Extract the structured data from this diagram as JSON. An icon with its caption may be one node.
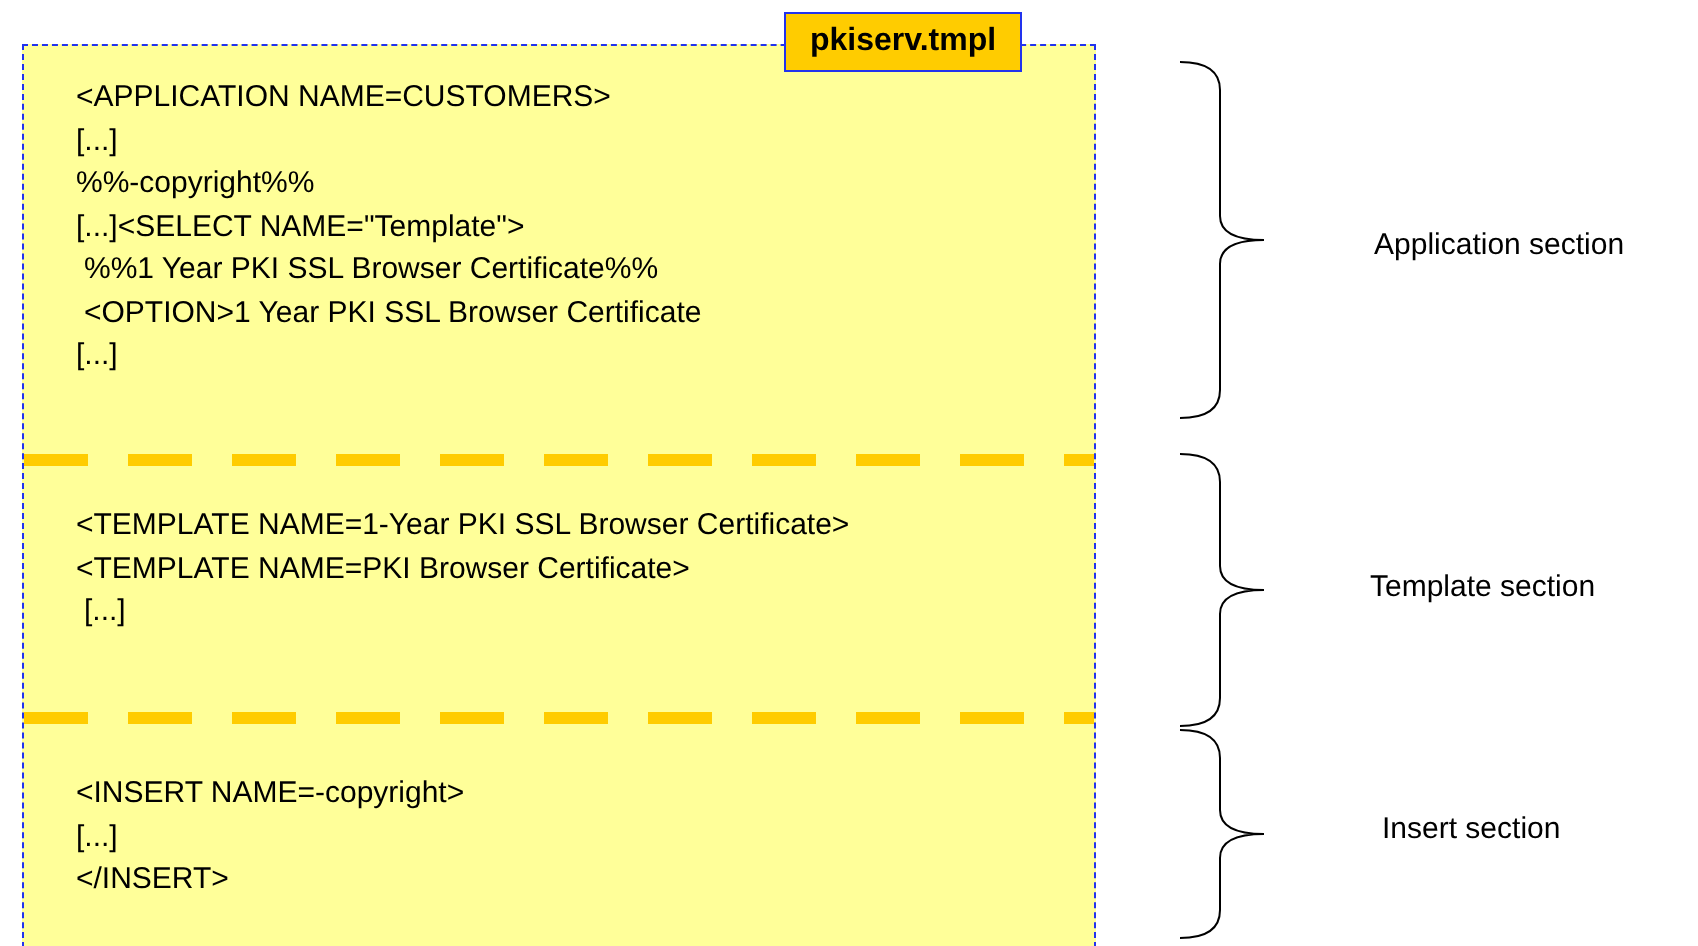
{
  "diagram": {
    "nodes": [
      {
        "text": [
          "pkiserv.tmpl"
        ]
      },
      {
        "text": [
          "<APPLICATION NAME=CUSTOMERS>",
          "[...]",
          "%%-copyright%%",
          "[...]<SELECT NAME=\"Template\">",
          "%%1 Year PKI SSL Browser Certificate%%",
          "<OPTION>1 Year PKI SSL Browser Certificate",
          "[...]"
        ],
        "in": 0,
        "beside": [
          "Application section"
        ]
      },
      {
        "text": [
          "<TEMPLATE NAME=1-Year PKI SSL Browser Certificate>",
          "<TEMPLATE NAME=PKI Browser Certificate>",
          "[...]"
        ],
        "in": 0,
        "beside": [
          "Template section"
        ]
      },
      {
        "text": [
          "<INSERT NAME=-copyright>",
          "[...]",
          "</INSERT>"
        ],
        "in": 0,
        "beside": [
          "Insert section"
        ]
      }
    ],
    "edges": []
  }
}
